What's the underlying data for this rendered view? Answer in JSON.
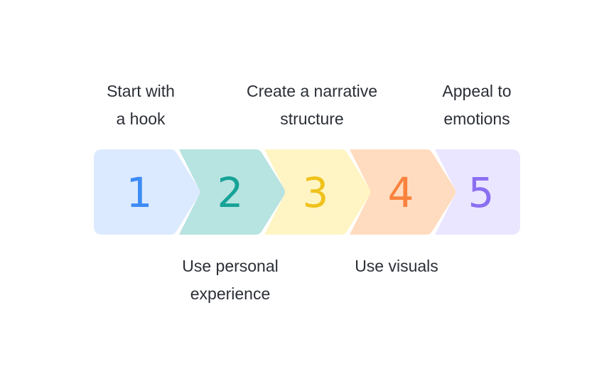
{
  "steps": [
    {
      "number": "1",
      "label_lines": [
        "Start with",
        "a hook"
      ],
      "label_position": "above",
      "fill": "#dceaff",
      "number_color": "#3d8bf5"
    },
    {
      "number": "2",
      "label_lines": [
        "Use personal",
        "experience"
      ],
      "label_position": "below",
      "fill": "#b7e3e1",
      "number_color": "#17a397"
    },
    {
      "number": "3",
      "label_lines": [
        "Create a narrative",
        "structure"
      ],
      "label_position": "above",
      "fill": "#fff5c4",
      "number_color": "#efc21c"
    },
    {
      "number": "4",
      "label_lines": [
        "Use visuals"
      ],
      "label_position": "below",
      "fill": "#ffdcbf",
      "number_color": "#f9823d"
    },
    {
      "number": "5",
      "label_lines": [
        "Appeal to",
        "emotions"
      ],
      "label_position": "above",
      "fill": "#ebe6ff",
      "number_color": "#8b6ff2"
    }
  ]
}
